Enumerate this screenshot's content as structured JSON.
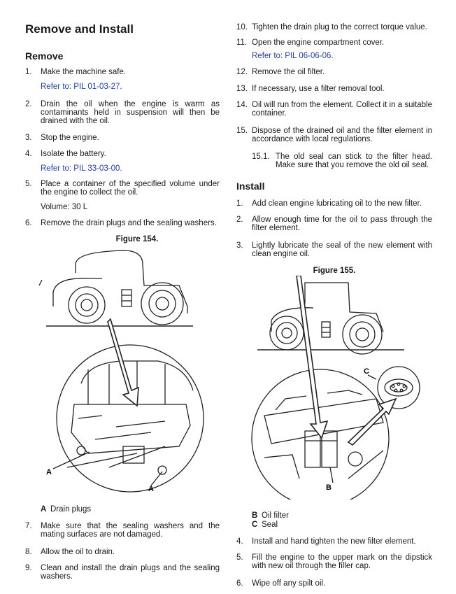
{
  "title": "Remove and Install",
  "remove": {
    "heading": "Remove",
    "steps": [
      {
        "num": "1.",
        "text": "Make the machine safe.",
        "ref": "Refer to: PIL 01-03-27."
      },
      {
        "num": "2.",
        "text": "Drain the oil when the engine is warm as contaminants held in suspension will then be drained with the oil."
      },
      {
        "num": "3.",
        "text": "Stop the engine."
      },
      {
        "num": "4.",
        "text": "Isolate the battery.",
        "ref": "Refer to: PIL 33-03-00."
      },
      {
        "num": "5.",
        "text": "Place a container of the specified volume under the engine to collect the oil.",
        "extra": "Volume:  30 L"
      },
      {
        "num": "6.",
        "text": "Remove the drain plugs and the sealing washers."
      }
    ],
    "figure": {
      "title": "Figure 154.",
      "callouts": [
        "A",
        "A"
      ]
    },
    "legend": [
      {
        "key": "A",
        "label": "Drain plugs"
      }
    ],
    "steps_after": [
      {
        "num": "7.",
        "text": "Make sure that the sealing washers and the mating surfaces are not damaged."
      },
      {
        "num": "8.",
        "text": "Allow the oil to drain."
      },
      {
        "num": "9.",
        "text": "Clean and install the drain plugs and the sealing washers."
      }
    ]
  },
  "right_steps": [
    {
      "num": "10.",
      "text": "Tighten the drain plug to the correct torque value."
    },
    {
      "num": "11.",
      "text": "Open the engine compartment cover.",
      "ref": "Refer to: PIL 06-06-06."
    },
    {
      "num": "12.",
      "text": "Remove the oil filter."
    },
    {
      "num": "13.",
      "text": "If necessary, use a filter removal tool."
    },
    {
      "num": "14.",
      "text": "Oil will run from the element. Collect it in a suitable container."
    },
    {
      "num": "15.",
      "text": "Dispose of the drained oil and the filter element in accordance with local regulations."
    }
  ],
  "substep": {
    "num": "15.1.",
    "text": "The old seal can stick to the filter head. Make sure that you remove the old oil seal."
  },
  "install": {
    "heading": "Install",
    "steps": [
      {
        "num": "1.",
        "text": "Add clean engine lubricating oil to the new filter."
      },
      {
        "num": "2.",
        "text": "Allow enough time for the oil to pass through the filter element."
      },
      {
        "num": "3.",
        "text": "Lightly lubricate the seal of the new element with clean engine oil."
      }
    ],
    "figure": {
      "title": "Figure 155.",
      "callouts": [
        "B",
        "C"
      ]
    },
    "legend": [
      {
        "key": "B",
        "label": "Oil filter"
      },
      {
        "key": "C",
        "label": "Seal"
      }
    ],
    "steps_after": [
      {
        "num": "4.",
        "text": "Install and hand tighten the new filter element."
      },
      {
        "num": "5.",
        "text": "Fill the engine to the upper mark on the dipstick with new oil through the filler cap."
      },
      {
        "num": "6.",
        "text": "Wipe off any spilt oil."
      }
    ]
  },
  "colors": {
    "text": "#1a1a1a",
    "reference_link": "#1f3fbf"
  }
}
